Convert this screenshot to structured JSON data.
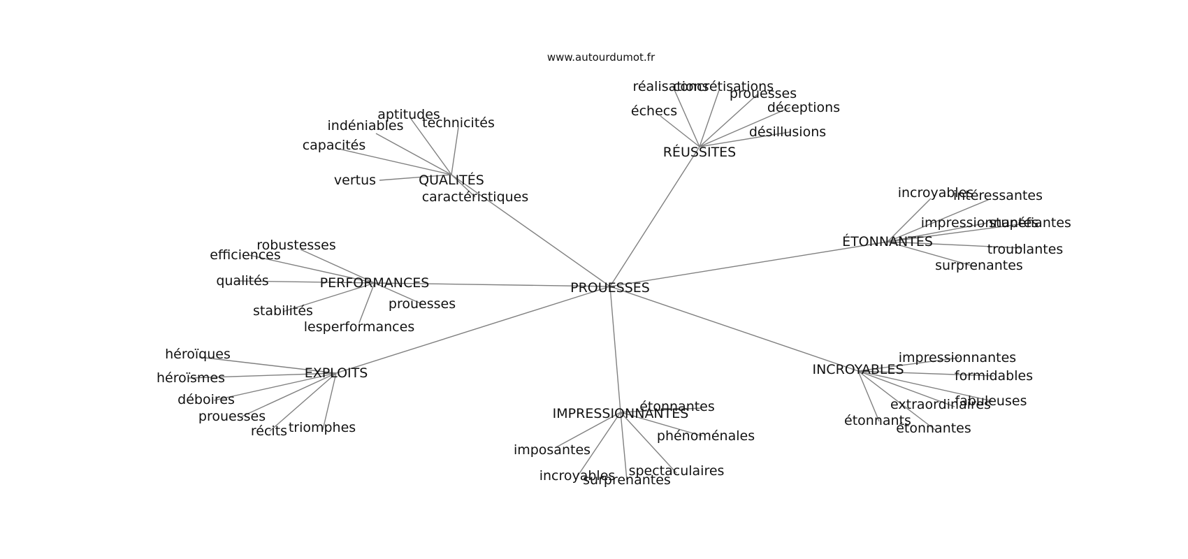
{
  "site": "www.autourdumot.fr",
  "center": "PROUESSES",
  "clusters": [
    {
      "label": "RÉUSSITES",
      "words": [
        "réalisations",
        "concrétisations",
        "prouesses",
        "déceptions",
        "désillusions",
        "échecs"
      ]
    },
    {
      "label": "QUALITÉS",
      "words": [
        "aptitudes",
        "indéniables",
        "technicités",
        "capacités",
        "vertus",
        "caractéristiques"
      ]
    },
    {
      "label": "ÉTONNANTES",
      "words": [
        "incroyables",
        "intéressantes",
        "impressionnantes",
        "stupéfiantes",
        "troublantes",
        "surprenantes"
      ]
    },
    {
      "label": "PERFORMANCES",
      "words": [
        "robustesses",
        "efficiences",
        "qualités",
        "stabilités",
        "lesperformances",
        "prouesses"
      ]
    },
    {
      "label": "EXPLOITS",
      "words": [
        "héroïques",
        "héroïsmes",
        "déboires",
        "prouesses",
        "récits",
        "triomphes"
      ]
    },
    {
      "label": "INCROYABLES",
      "words": [
        "impressionnantes",
        "formidables",
        "fabuleuses",
        "extraordinaires",
        "étonnantes",
        "étonnants"
      ]
    },
    {
      "label": "IMPRESSIONNANTES",
      "words": [
        "étonnantes",
        "phénoménales",
        "spectaculaires",
        "surprenantes",
        "incroyables",
        "imposantes"
      ]
    }
  ]
}
